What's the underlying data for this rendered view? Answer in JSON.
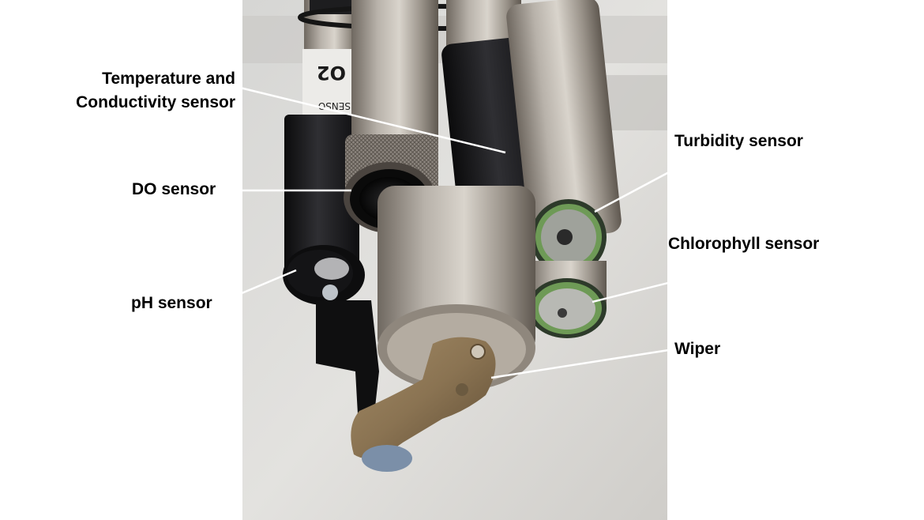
{
  "labels": {
    "temp_conductivity_line1": "Temperature and",
    "temp_conductivity_line2": "Conductivity sensor",
    "do": "DO sensor",
    "ph": "pH sensor",
    "turbidity": "Turbidity sensor",
    "chlorophyll": "Chlorophyll sensor",
    "wiper": "Wiper"
  },
  "photo_text": {
    "housing_logo_fragment": "SENSO",
    "housing_mark": "O2"
  },
  "colors": {
    "background": "#ffffff",
    "label_text": "#000000",
    "leader_line": "#ffffff",
    "photo_backdrop": "#d9d8d5",
    "steel": "#a49d94",
    "black_housing": "#1c1c1e",
    "wiper_bronze": "#8a7352",
    "sensor_ring_green": "#6e9a56"
  },
  "icons": {
    "do_sensor": "do-sensor-face-icon",
    "turbidity_sensor": "turbidity-sensor-face-icon",
    "chlorophyll_sensor": "chlorophyll-sensor-face-icon",
    "ph_sensor": "ph-sensor-bulb-icon"
  }
}
